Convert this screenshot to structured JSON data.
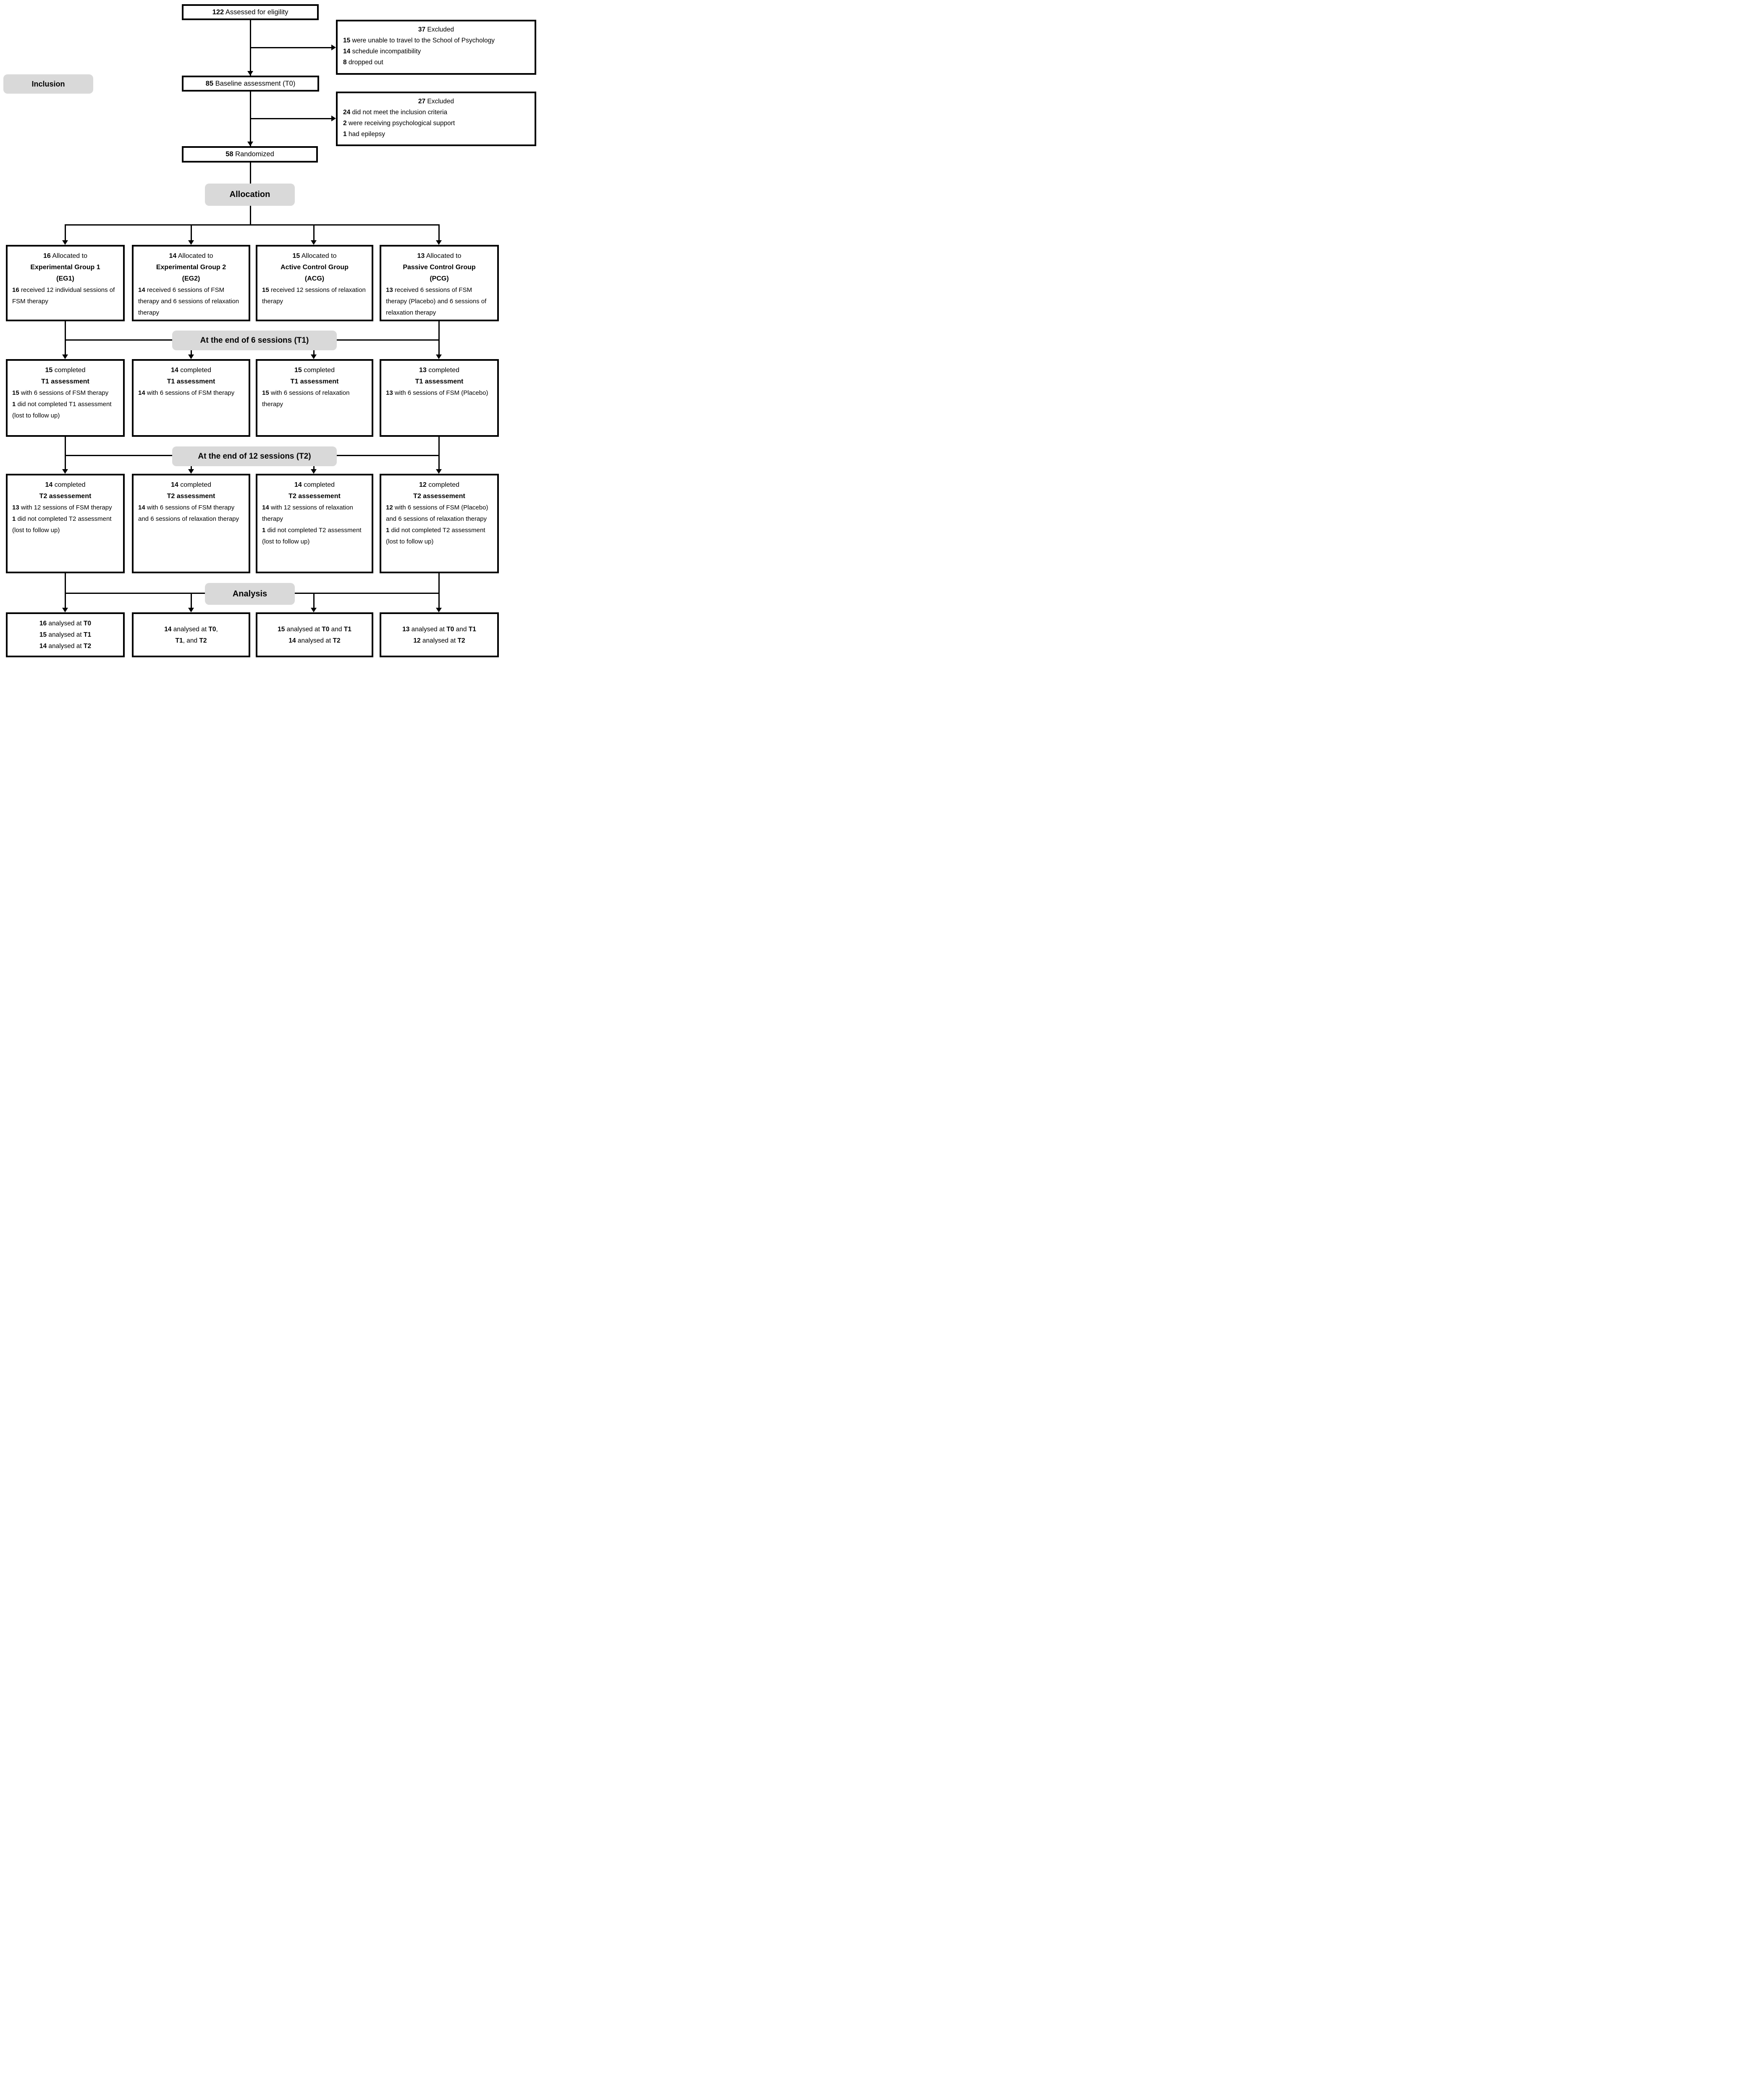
{
  "stage_labels": {
    "inclusion": "Inclusion",
    "allocation": "Allocation",
    "t1": "At the end of 6 sessions (T1)",
    "t2": "At the end of 12 sessions (T2)",
    "analysis": "Analysis"
  },
  "flow": {
    "assessed": "**122** Assessed for eligility",
    "excluded1": {
      "title": "**37** Excluded",
      "items": [
        "**15** were unable to travel to the School of Psychology",
        "**14** schedule incompatibility",
        "**8** dropped out"
      ]
    },
    "baseline": "**85** Baseline assessment (T0)",
    "excluded2": {
      "title": "**27** Excluded",
      "items": [
        "**24** did not meet the inclusion criteria",
        "**2** were receiving psychological support",
        "**1** had epilepsy"
      ]
    },
    "randomized": "**58** Randomized"
  },
  "allocation_row": [
    {
      "head": [
        "**16** Allocated to",
        "**Experimental Group 1**",
        "**(EG1)**"
      ],
      "details": [
        "**16** received 12 individual sessions of FSM therapy"
      ]
    },
    {
      "head": [
        "**14** Allocated to",
        "**Experimental Group 2**",
        "**(EG2)**"
      ],
      "details": [
        "**14** received 6 sessions of FSM therapy and 6 sessions of relaxation therapy"
      ]
    },
    {
      "head": [
        "**15** Allocated to",
        "**Active Control Group**",
        "**(ACG)**"
      ],
      "details": [
        "**15** received 12 sessions of relaxation therapy"
      ]
    },
    {
      "head": [
        "**13** Allocated to",
        "**Passive Control Group**",
        "**(PCG)**"
      ],
      "details": [
        "**13** received 6 sessions of FSM therapy (Placebo) and 6 sessions of relaxation therapy"
      ]
    }
  ],
  "t1_row": [
    {
      "head": [
        "**15** completed",
        "**T1 assessment**"
      ],
      "details": [
        "**15** with 6 sessions of FSM therapy",
        "**1** did not completed T1 assessment (lost to follow up)"
      ]
    },
    {
      "head": [
        "**14** completed",
        "**T1 assessment**"
      ],
      "details": [
        "**14** with 6 sessions of FSM therapy"
      ]
    },
    {
      "head": [
        "**15** completed",
        "**T1 assessment**"
      ],
      "details": [
        "**15** with 6 sessions of relaxation therapy"
      ]
    },
    {
      "head": [
        "**13** completed",
        "**T1 assessment**"
      ],
      "details": [
        "**13** with 6 sessions of FSM (Placebo)"
      ]
    }
  ],
  "t2_row": [
    {
      "head": [
        "**14** completed",
        "**T2 assessement**"
      ],
      "details": [
        "**13** with 12 sessions of FSM therapy",
        "**1** did not completed T2 assessment (lost to follow up)"
      ]
    },
    {
      "head": [
        "**14** completed",
        "**T2 assessment**"
      ],
      "details": [
        "**14** with 6 sessions of FSM therapy and 6 sessions of relaxation therapy"
      ]
    },
    {
      "head": [
        "**14** completed",
        "**T2 assessement**"
      ],
      "details": [
        "**14** with 12 sessions of relaxation therapy",
        "**1** did not completed T2 assessment (lost to follow up)"
      ]
    },
    {
      "head": [
        "**12** completed",
        "**T2 assessement**"
      ],
      "details": [
        "**12** with 6 sessions of FSM (Placebo) and 6 sessions of relaxation therapy",
        "**1** did not completed T2 assessment (lost to follow up)"
      ]
    }
  ],
  "analysis_row": [
    {
      "lines": [
        "**16** analysed at **T0**",
        "**15** analysed at **T1**",
        "**14** analysed at **T2**"
      ]
    },
    {
      "lines": [
        "**14** analysed at **T0**,",
        "**T1**, and **T2**"
      ]
    },
    {
      "lines": [
        "**15** analysed at **T0** and **T1**",
        "**14** analysed at **T2**"
      ]
    },
    {
      "lines": [
        "**13** analysed at **T0** and **T1**",
        "**12** analysed at **T2**"
      ]
    }
  ],
  "colors": {
    "label_bg": "#d9d9d9",
    "line": "#000000",
    "box_border": "#000000",
    "box_bg": "#ffffff",
    "text": "#000000"
  }
}
